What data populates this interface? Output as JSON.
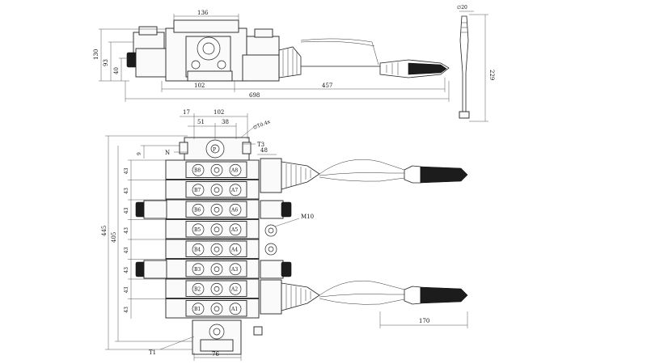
{
  "top_view": {
    "dims": {
      "width_136": "136",
      "height_130": "130",
      "height_93": "93",
      "height_40": "40",
      "spacing_102": "102",
      "length_457": "457",
      "overall_698": "698"
    }
  },
  "joystick_side_view": {
    "dims": {
      "diameter_20": "∅20",
      "height_229": "229"
    }
  },
  "front_view": {
    "dims": {
      "width_17": "17",
      "width_102": "102",
      "width_51": "51",
      "width_38": "38",
      "diameter_port": "∅10.4x",
      "width_48": "48",
      "offset_9": "9",
      "section_43": "43",
      "height_445": "445",
      "height_405": "405",
      "length_170": "170",
      "width_76": "76"
    },
    "labels": {
      "port_n": "N",
      "port_t3": "T3",
      "port_m10": "M10",
      "port_t1": "T1",
      "inlet_p": "P"
    },
    "sections": [
      {
        "b": "B8",
        "a": "A8"
      },
      {
        "b": "B7",
        "a": "A7"
      },
      {
        "b": "B6",
        "a": "A6"
      },
      {
        "b": "B5",
        "a": "A5"
      },
      {
        "b": "B4",
        "a": "A4"
      },
      {
        "b": "B3",
        "a": "A3"
      },
      {
        "b": "B2",
        "a": "A2"
      },
      {
        "b": "B1",
        "a": "A1"
      }
    ]
  }
}
